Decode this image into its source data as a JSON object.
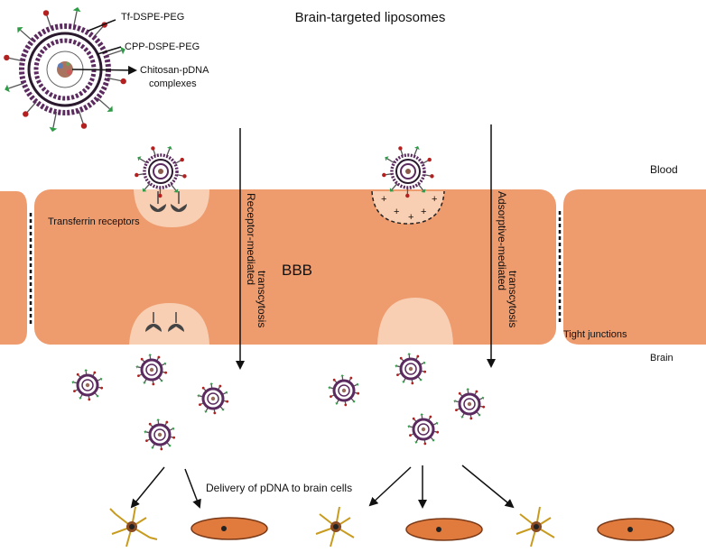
{
  "title": "Brain-targeted liposomes",
  "legend": {
    "tf": "Tf-DSPE-PEG",
    "cpp": "CPP-DSPE-PEG",
    "chitosan_line1": "Chitosan-pDNA",
    "chitosan_line2": "complexes"
  },
  "labels": {
    "blood": "Blood",
    "brain": "Brain",
    "bbb": "BBB",
    "transferrin_receptors": "Transferrin receptors",
    "tight_junctions": "Tight junctions",
    "receptor_pathway_line1": "Receptor-mediated",
    "receptor_pathway_line2": "transcytosis",
    "adsorptive_pathway_line1": "Adsorptive-mediated",
    "adsorptive_pathway_line2": "transcytosis",
    "delivery": "Delivery of pDNA to brain cells"
  },
  "colors": {
    "endothelium": "#EE9B6E",
    "vesicle": "#F8CFB3",
    "liposome_membrane": "#5B2A5E",
    "liposome_ring": "#2B1A2E",
    "peg_tf_tip": "#B32020",
    "peg_cpp_tip": "#2E9B46",
    "neuron_body": "#E07A3D",
    "astrocyte": "#C89B1E"
  },
  "icons": {
    "liposome": "liposome-icon",
    "receptor": "transferrin-receptor-icon",
    "astrocyte": "astrocyte-icon",
    "neuron": "neuron-cell-icon"
  }
}
